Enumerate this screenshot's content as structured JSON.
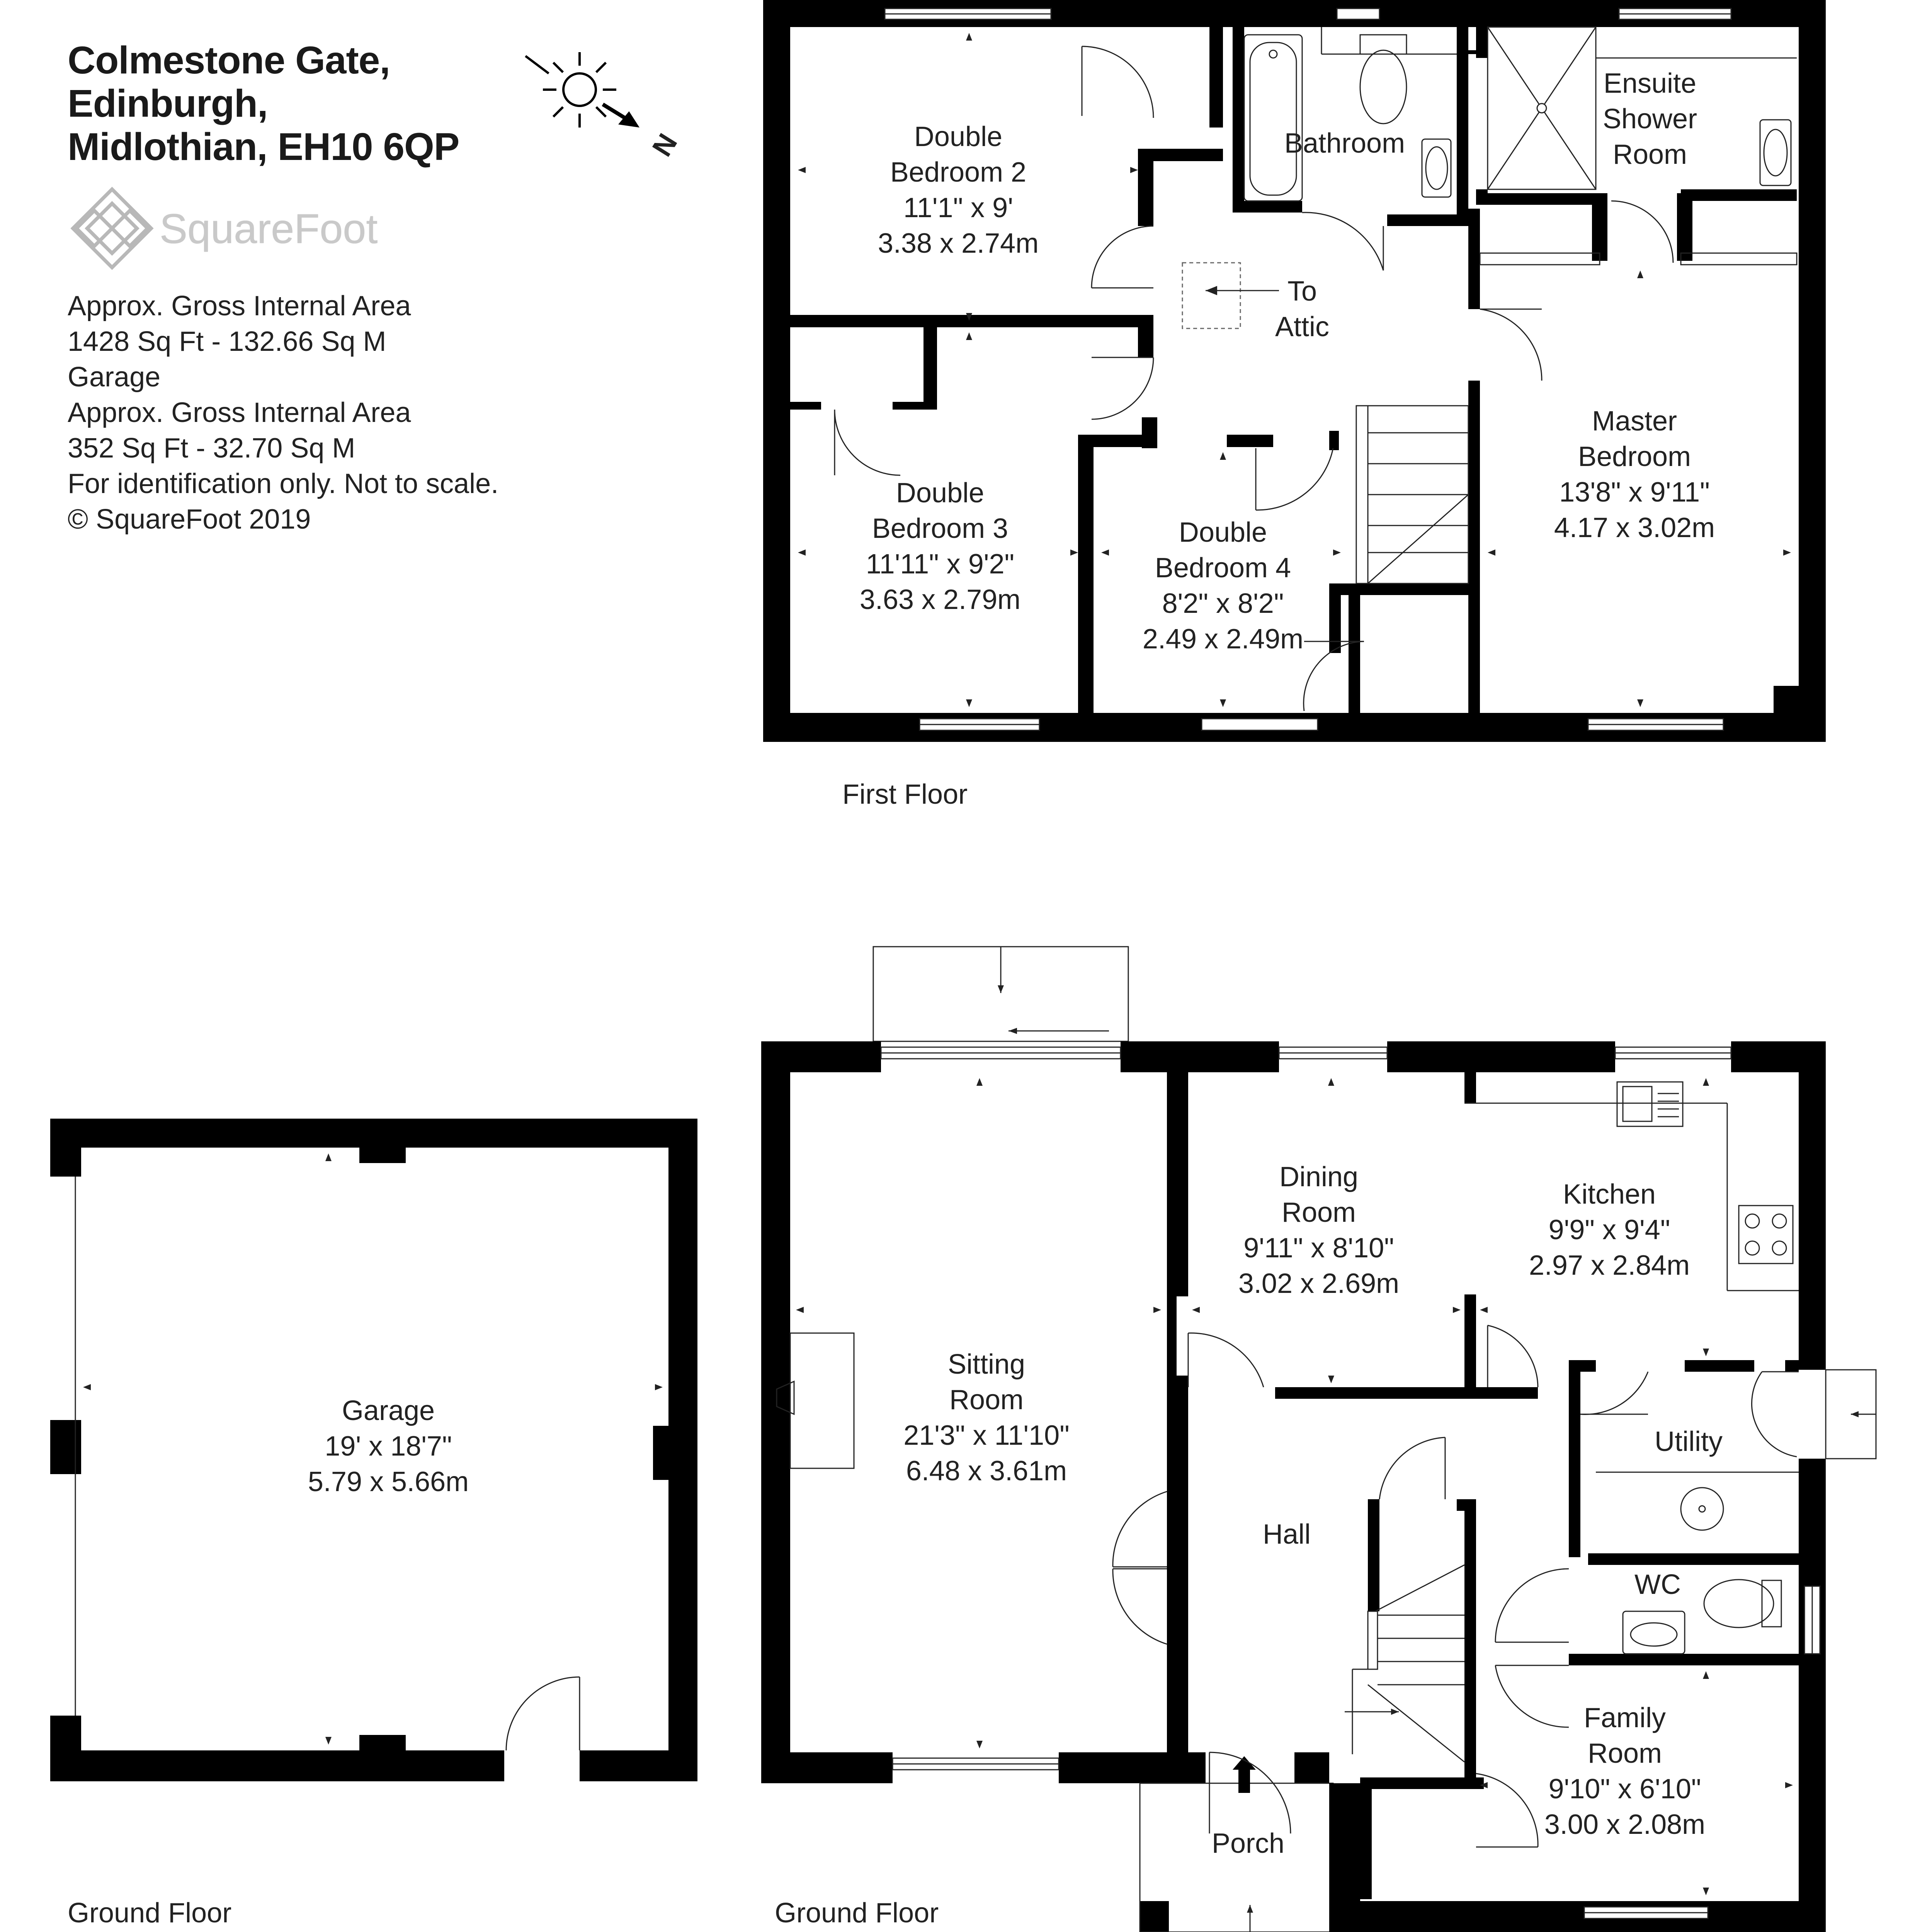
{
  "address": [
    "Colmestone Gate,",
    "Edinburgh,",
    "Midlothian, EH10 6QP"
  ],
  "brand": "SquareFoot",
  "area_info": [
    "Approx. Gross Internal Area",
    "1428 Sq Ft  -  132.66 Sq M",
    "Garage",
    "Approx. Gross Internal Area",
    "352 Sq Ft  -  32.70 Sq M",
    "For identification only. Not to scale.",
    "© SquareFoot 2019"
  ],
  "compass": {
    "label": "N"
  },
  "first_floor": {
    "label": "First Floor",
    "rooms": {
      "bedroom2": [
        "Double",
        "Bedroom 2",
        "11'1\" x 9'",
        "3.38 x 2.74m"
      ],
      "bathroom": [
        "Bathroom"
      ],
      "ensuite": [
        "Ensuite",
        "Shower",
        "Room"
      ],
      "attic": [
        "To",
        "Attic"
      ],
      "bedroom3": [
        "Double",
        "Bedroom 3",
        "11'11\" x 9'2\"",
        "3.63 x 2.79m"
      ],
      "bedroom4": [
        "Double",
        "Bedroom 4",
        "8'2\" x 8'2\"",
        "2.49 x 2.49m"
      ],
      "master": [
        "Master",
        "Bedroom",
        "13'8\" x 9'11\"",
        "4.17 x 3.02m"
      ]
    }
  },
  "ground_floor": {
    "label": "Ground Floor",
    "rooms": {
      "sitting": [
        "Sitting",
        "Room",
        "21'3\" x 11'10\"",
        "6.48 x 3.61m"
      ],
      "dining": [
        "Dining",
        "Room",
        "9'11\" x 8'10\"",
        "3.02 x 2.69m"
      ],
      "kitchen": [
        "Kitchen",
        "9'9\" x 9'4\"",
        "2.97 x 2.84m"
      ],
      "utility": [
        "Utility"
      ],
      "hall": [
        "Hall"
      ],
      "wc": [
        "WC"
      ],
      "family": [
        "Family",
        "Room",
        "9'10\" x 6'10\"",
        "3.00 x 2.08m"
      ],
      "porch": [
        "Porch"
      ]
    }
  },
  "garage_floor": {
    "label": "Ground Floor",
    "rooms": {
      "garage": [
        "Garage",
        "19' x 18'7\"",
        "5.79 x 5.66m"
      ]
    }
  }
}
